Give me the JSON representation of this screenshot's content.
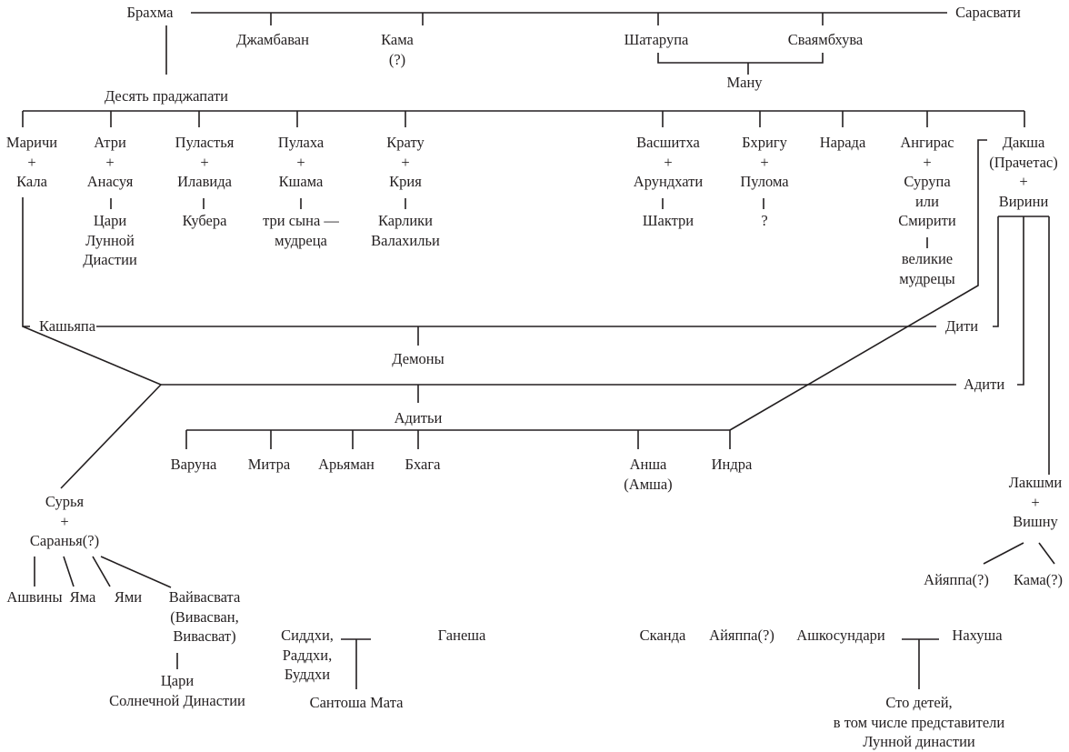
{
  "diagram": {
    "type": "genealogy-tree",
    "root": {
      "brahma": "Брахма",
      "saraswati": "Сарасвати",
      "children": {
        "jambavan": "Джамбаван",
        "kama": [
          "Кама",
          "(?)"
        ],
        "shatarupa": "Шатарупа",
        "svayambhuva": "Сваямбхува",
        "manu": "Ману"
      },
      "prajapati_group": "Десять праджапати"
    },
    "prajapati": {
      "marichi": [
        "Маричи",
        "+",
        "Кала"
      ],
      "atri": [
        "Атри",
        "+",
        "Анасуя"
      ],
      "atri_children": [
        "Цари",
        "Лунной",
        "Диастии"
      ],
      "pulastya": [
        "Пуластья",
        "+",
        "Илавида"
      ],
      "pulastya_children": [
        "Кубера"
      ],
      "pulaha": [
        "Пулаха",
        "+",
        "Кшама"
      ],
      "pulaha_children": [
        "три сына —",
        "мудреца"
      ],
      "kratu": [
        "Крату",
        "+",
        "Крия"
      ],
      "kratu_children": [
        "Карлики",
        "Валахильи"
      ],
      "vasishtha": [
        "Васшитха",
        "+",
        "Арундхати"
      ],
      "vasishtha_children": [
        "Шактри"
      ],
      "bhrigu": [
        "Бхригу",
        "+",
        "Пулома"
      ],
      "bhrigu_children": [
        "?"
      ],
      "narada": "Нарада",
      "angiras": [
        "Ангирас",
        "+",
        "Сурупа",
        "или",
        "Смирити"
      ],
      "angiras_children": [
        "великие",
        "мудрецы"
      ],
      "daksha": [
        "Дакша",
        "(Прачетас)",
        "+",
        "Вирини"
      ]
    },
    "kashyapa_line": {
      "kashyapa": "Кашьяпа",
      "diti": "Дити",
      "demons": "Демоны",
      "aditi": "Адити",
      "adityas": "Адитьи"
    },
    "adityas": {
      "varuna": "Варуна",
      "mitra": "Митра",
      "aryaman": "Арьяман",
      "bhaga": "Бхага",
      "ansha": [
        "Анша",
        "(Амша)"
      ],
      "indra": "Индра"
    },
    "surya": {
      "couple": [
        "Сурья",
        "+",
        "Саранья(?)"
      ],
      "ashvins": "Ашвины",
      "yama": "Яма",
      "yami": "Ями",
      "vaivasvata": [
        "Вайвасвата",
        "(Вивасван,",
        "Вивасват)"
      ],
      "solar_kings": [
        "Цари",
        "Солнечной Династии"
      ]
    },
    "lakshmi": {
      "couple": [
        "Лакшми",
        "+",
        "Вишну"
      ],
      "ayyappa": "Айяппа(?)",
      "kama": "Кама(?)"
    },
    "ganesha": {
      "wives": [
        "Сиддхи,",
        "Раддхи,",
        "Буддхи"
      ],
      "ganesha": "Ганеша",
      "santoshi": "Сантоша Мата"
    },
    "shiva_children": {
      "skanda": "Сканда",
      "ayyappa": "Айяппа(?)",
      "ashokasundari": "Ашкосундари",
      "nahusha": "Нахуша",
      "descendants": [
        "Сто детей,",
        "в том числе представители",
        "Лунной династии"
      ]
    }
  }
}
